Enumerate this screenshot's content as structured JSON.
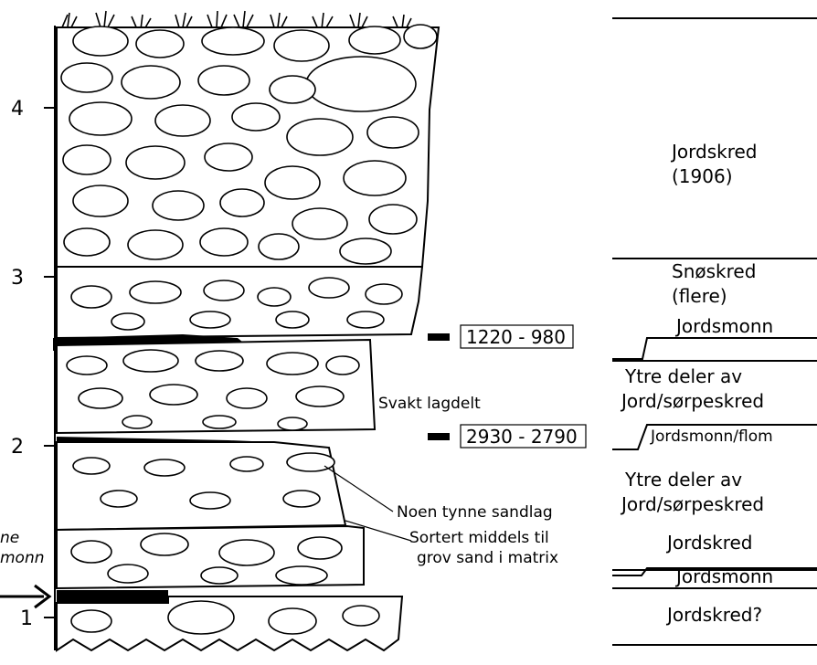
{
  "axis": {
    "ticks": [
      "4",
      "3",
      "2",
      "1"
    ]
  },
  "samples": [
    {
      "label": "1220 - 980"
    },
    {
      "label": "2930 - 2790"
    }
  ],
  "annotations": {
    "layered": "Svakt lagdelt",
    "sand_layers": "Noen tynne sandlag",
    "sorted_1": "Sortert middels til",
    "sorted_2": "grov sand i matrix",
    "left_1": "ne",
    "left_2": "monn"
  },
  "units": [
    {
      "lines": [
        "Jordskred",
        "(1906)"
      ]
    },
    {
      "lines": [
        "Snøskred",
        "(flere)"
      ]
    },
    {
      "lines": [
        "Jordsmonn"
      ]
    },
    {
      "lines": [
        "Ytre deler av",
        "Jord/sørpeskred"
      ]
    },
    {
      "lines": [
        "Jordsmonn/flom"
      ]
    },
    {
      "lines": [
        "Ytre deler av",
        "Jord/sørpeskred"
      ]
    },
    {
      "lines": [
        "Jordskred"
      ]
    },
    {
      "lines": [
        "Jordsmonn"
      ]
    },
    {
      "lines": [
        "Jordskred?"
      ]
    }
  ]
}
